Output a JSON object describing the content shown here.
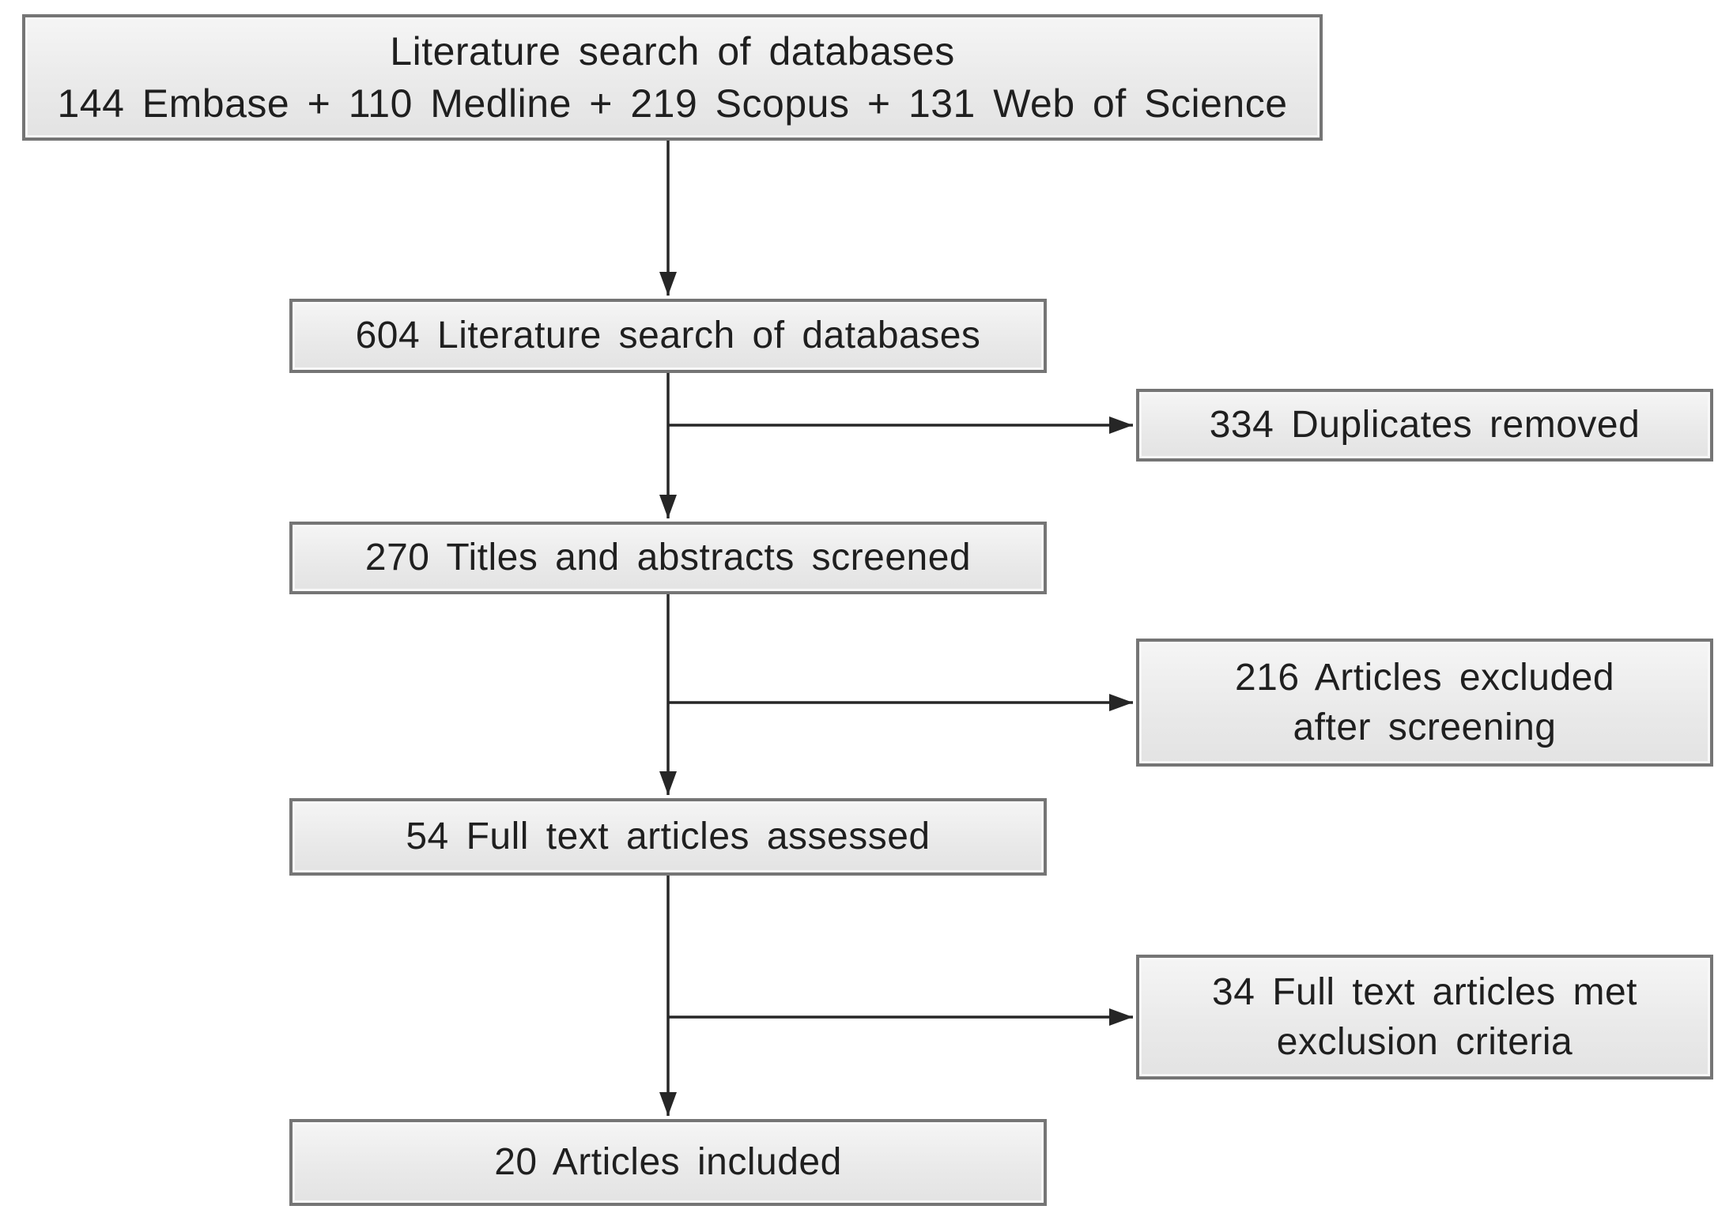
{
  "diagram": {
    "nodes": {
      "search": {
        "line1": "Literature search of databases",
        "line2": "144 Embase + 110 Medline + 219 Scopus + 131 Web of Science"
      },
      "found": {
        "label": "604 Literature search of databases"
      },
      "duplicates": {
        "label": "334 Duplicates removed"
      },
      "screened": {
        "label": "270 Titles and abstracts screened"
      },
      "excluded": {
        "line1": "216 Articles excluded",
        "line2": "after screening"
      },
      "fulltext": {
        "label": "54 Full text articles assessed"
      },
      "exclusion": {
        "line1": "34 Full text articles met",
        "line2": "exclusion criteria"
      },
      "included": {
        "label": "20 Articles included"
      }
    },
    "colors": {
      "box_fill": "#e9e9e9",
      "box_border": "#757575",
      "text": "#1f1f1f",
      "line": "#262626",
      "background": "#ffffff"
    }
  }
}
